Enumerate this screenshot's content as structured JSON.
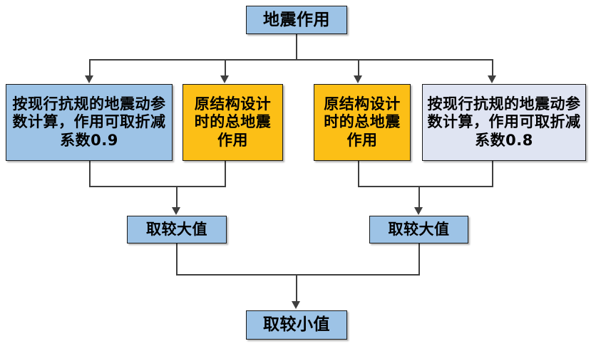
{
  "diagram": {
    "type": "flowchart",
    "title_node": {
      "id": "root",
      "label": "地震作用",
      "color": "#9dc3e6"
    },
    "level2": [
      {
        "id": "calc-0-9",
        "label": "按现行抗规的地震动参数计算，作用可取折减系数0.9",
        "color": "#9dc3e6"
      },
      {
        "id": "orig-total-left",
        "label": "原结构设计时的总地震作用",
        "color": "#fcbf16"
      },
      {
        "id": "orig-total-right",
        "label": "原结构设计时的总地震作用",
        "color": "#fcbf16"
      },
      {
        "id": "calc-0-8",
        "label": "按现行抗规的地震动参数计算，作用可取折减系数0.8",
        "color": "#dfe4f2"
      }
    ],
    "level3": [
      {
        "id": "max-left",
        "label": "取较大值",
        "color": "#9dc3e6"
      },
      {
        "id": "max-right",
        "label": "取较大值",
        "color": "#9dc3e6"
      }
    ],
    "level4": {
      "id": "min-final",
      "label": "取较小值",
      "color": "#9dc3e6"
    },
    "edge_color": "#3f3f3f",
    "border_color": "#1a1a1a",
    "background": "#ffffff"
  }
}
